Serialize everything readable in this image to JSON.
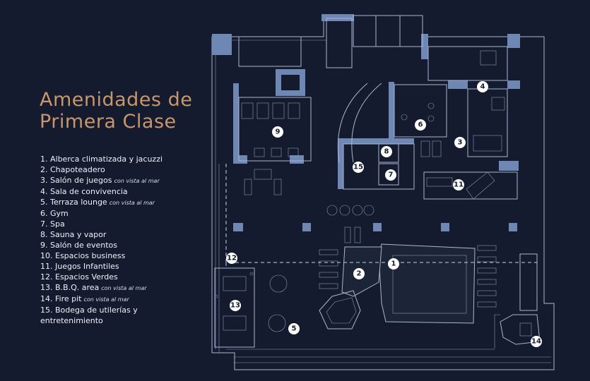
{
  "title": {
    "line1": "Amenidades de",
    "line2": "Primera Clase"
  },
  "legend": [
    {
      "text": "1. Alberca climatizada y jacuzzi",
      "note": ""
    },
    {
      "text": "2. Chapoteadero",
      "note": ""
    },
    {
      "text": "3. Salón de juegos",
      "note": "con vista al mar"
    },
    {
      "text": "4. Sala de convivencia",
      "note": ""
    },
    {
      "text": "5. Terraza lounge",
      "note": "con vista al mar"
    },
    {
      "text": "6. Gym",
      "note": ""
    },
    {
      "text": "7. Spa",
      "note": ""
    },
    {
      "text": "8. Sauna y vapor",
      "note": ""
    },
    {
      "text": "9. Salón de eventos",
      "note": ""
    },
    {
      "text": "10. Espacios business",
      "note": ""
    },
    {
      "text": "11. Juegos Infantiles",
      "note": ""
    },
    {
      "text": "12. Espacios Verdes",
      "note": ""
    },
    {
      "text": "13. B.B.Q. area",
      "note": "con vista al mar"
    },
    {
      "text": "14. Fire pit",
      "note": "con vista al mar"
    },
    {
      "text": "15. Bodega de utilerías y",
      "note": ""
    },
    {
      "text": "entretenimiento",
      "note": ""
    }
  ],
  "markers": [
    "1",
    "2",
    "3",
    "4",
    "5",
    "6",
    "7",
    "8",
    "9",
    "11",
    "12",
    "13",
    "14",
    "15"
  ],
  "colors": {
    "background": "#141b2e",
    "title": "#c9966b",
    "walls": "#6f87b3",
    "lines": "#a9b6d2"
  }
}
